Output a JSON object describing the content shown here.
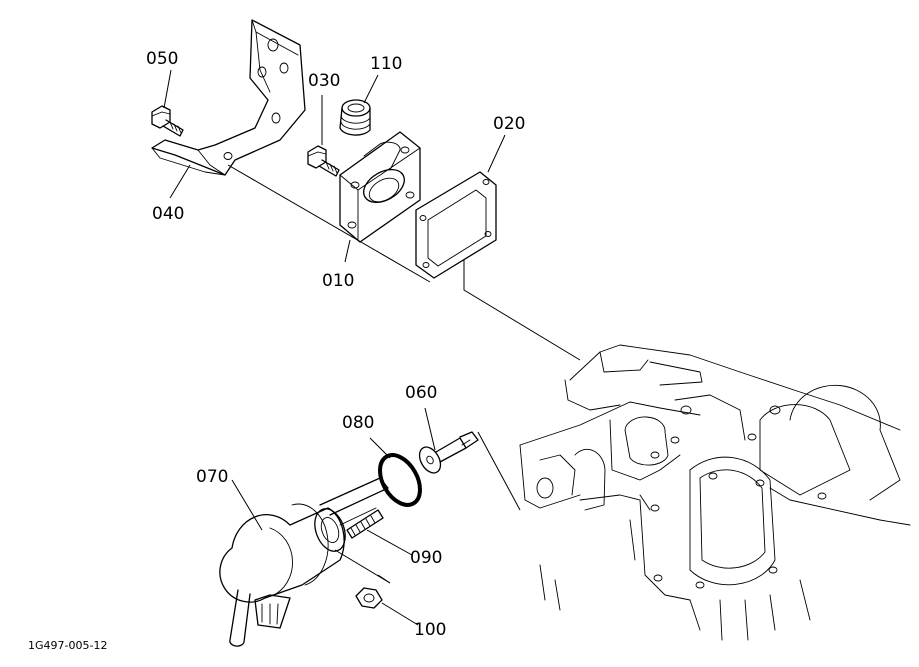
{
  "parts": [
    {
      "id": "010",
      "label": "010"
    },
    {
      "id": "020",
      "label": "020"
    },
    {
      "id": "030",
      "label": "030"
    },
    {
      "id": "040",
      "label": "040"
    },
    {
      "id": "050",
      "label": "050"
    },
    {
      "id": "060",
      "label": "060"
    },
    {
      "id": "070",
      "label": "070"
    },
    {
      "id": "080",
      "label": "080"
    },
    {
      "id": "090",
      "label": "090"
    },
    {
      "id": "100",
      "label": "100"
    },
    {
      "id": "110",
      "label": "110"
    }
  ],
  "drawing_number": "1G497-005-12"
}
